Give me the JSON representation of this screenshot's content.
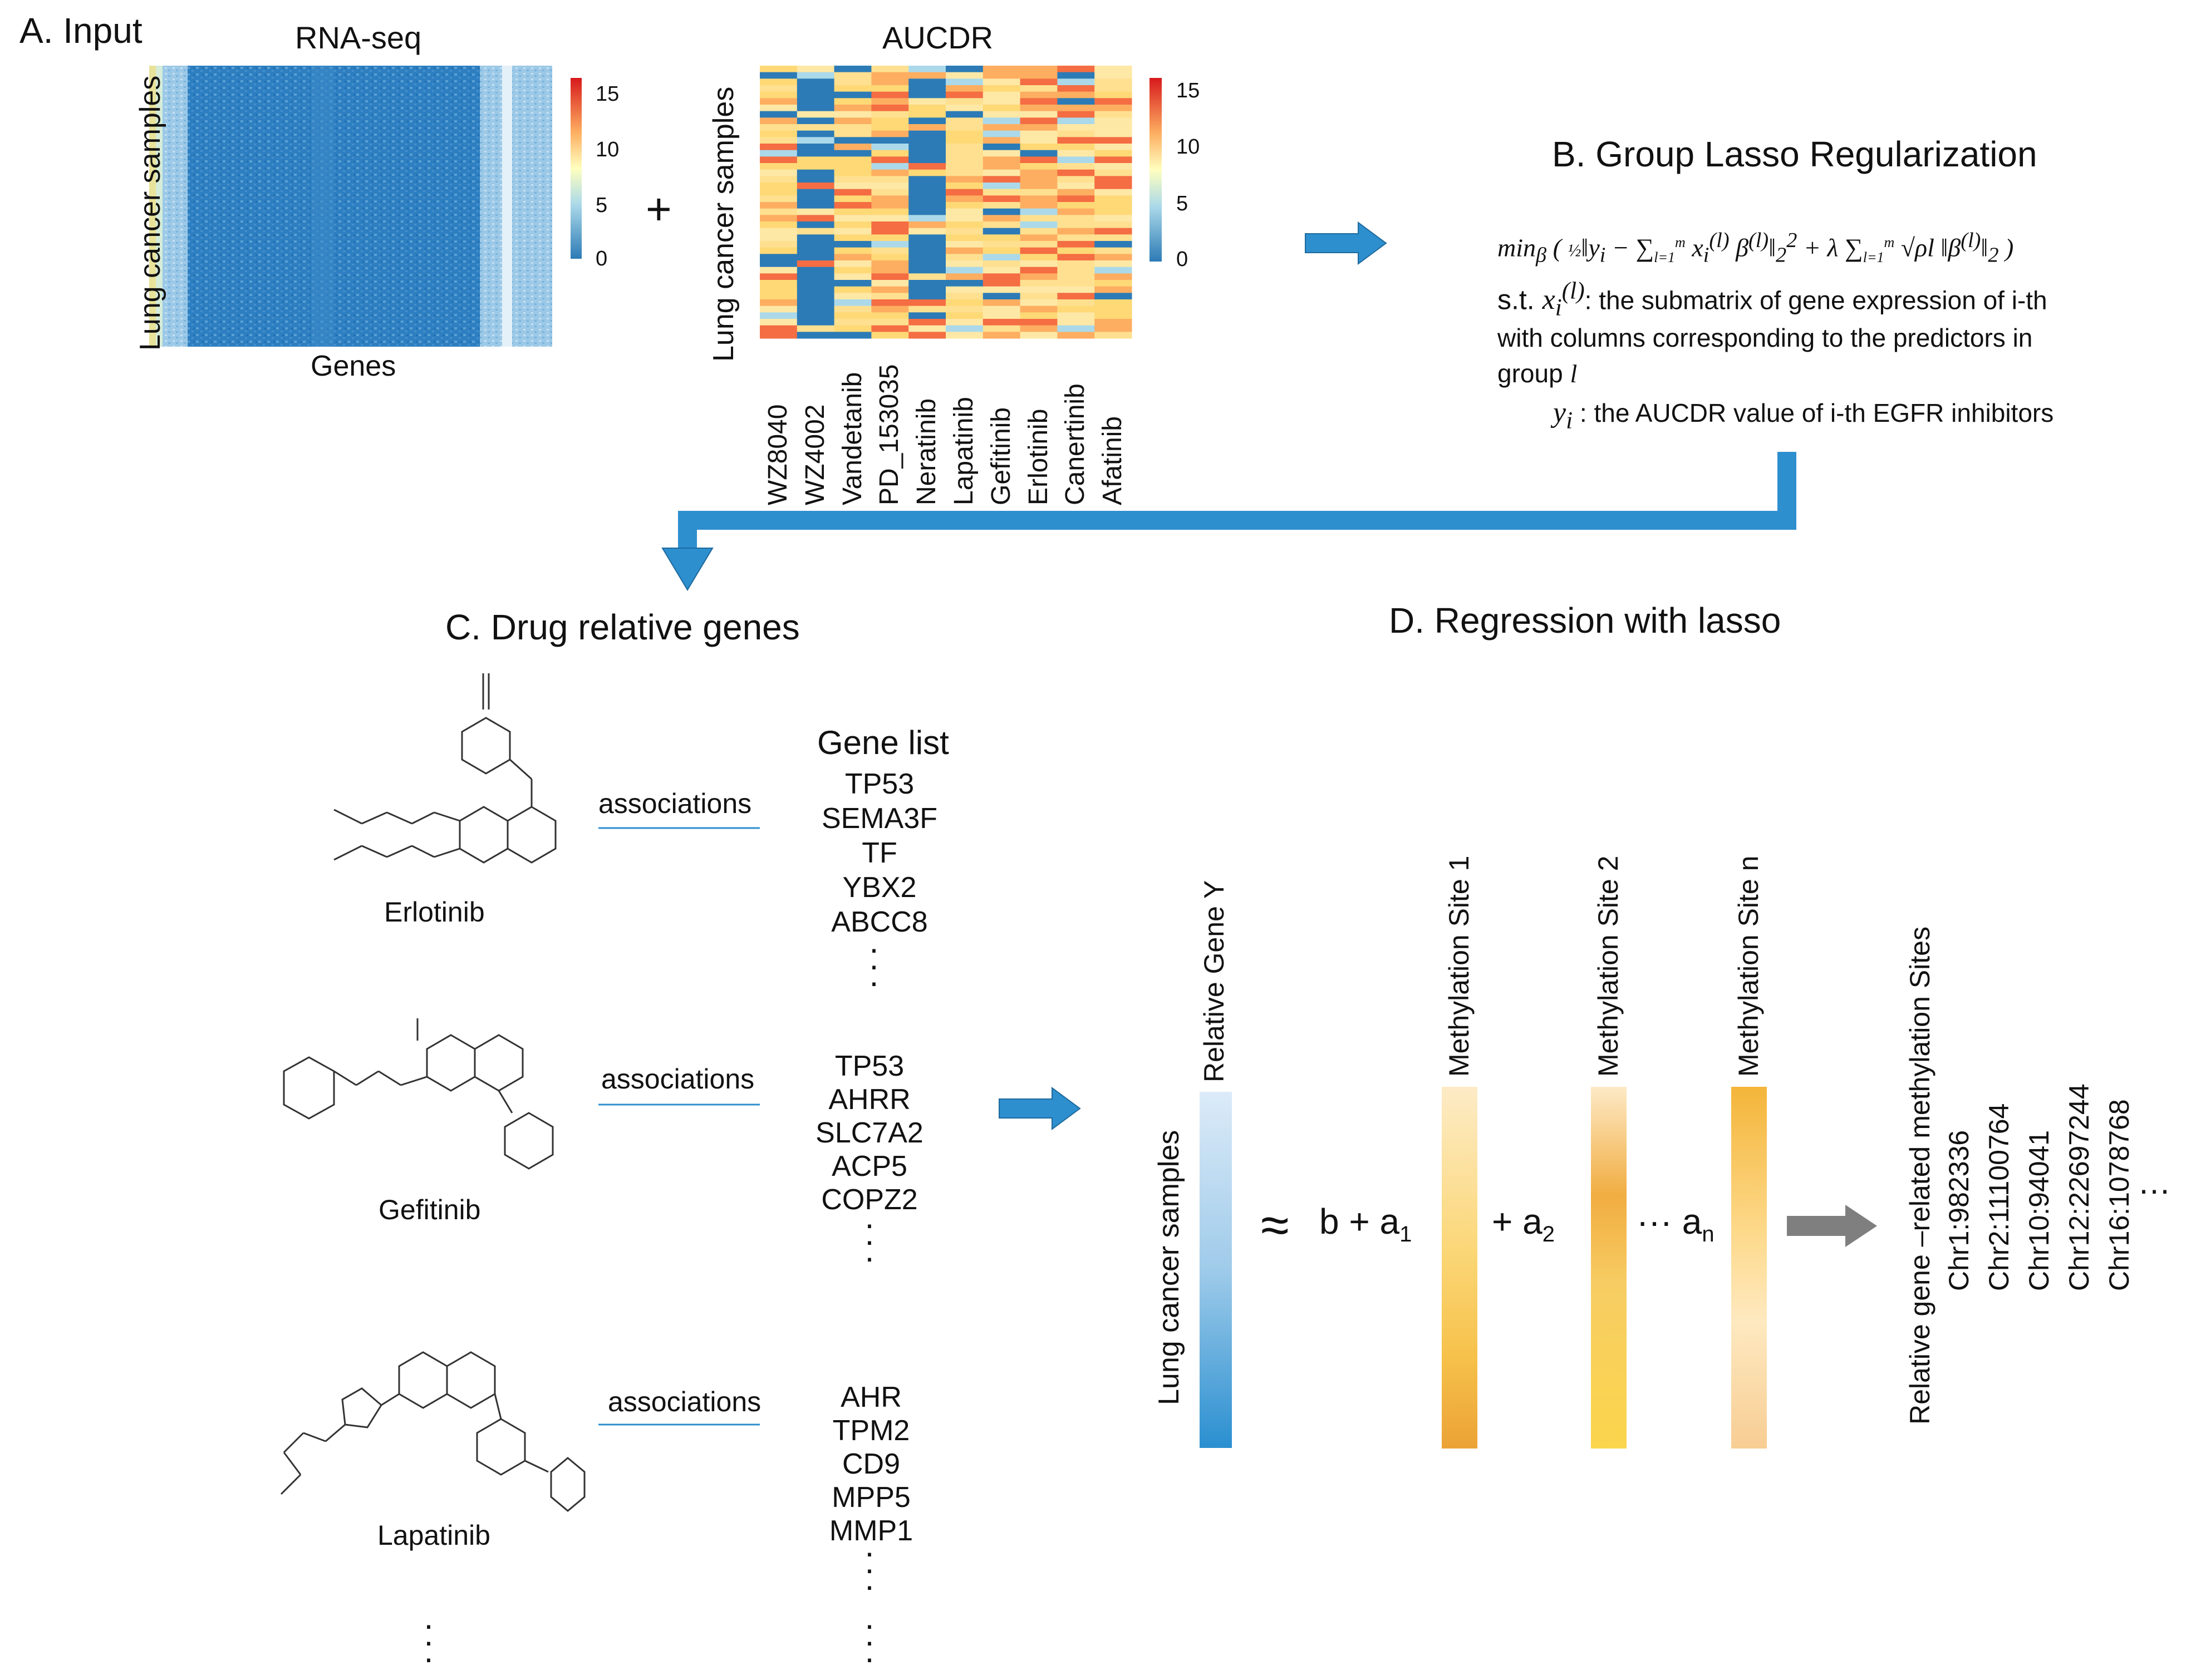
{
  "panelA": {
    "title": "A. Input",
    "rnaseq": {
      "title": "RNA-seq",
      "ylabel": "Lung cancer samples",
      "xlabel": "Genes",
      "colorbar_ticks": [
        "15",
        "10",
        "5",
        "0"
      ]
    },
    "plus": "+",
    "aucdr": {
      "title": "AUCDR",
      "ylabel": "Lung cancer samples",
      "colorbar_ticks": [
        "15",
        "10",
        "5",
        "0"
      ],
      "drugs": [
        "WZ8040",
        "WZ4002",
        "Vandetanib",
        "PD_153035",
        "Neratinib",
        "Lapatinib",
        "Gefitinib",
        "Erlotinib",
        "Canertinib",
        "Afatinib"
      ]
    },
    "colors": {
      "heat_low": "#2c7bb6",
      "heat_mid": "#ffffbf",
      "heat_high": "#d7191c"
    }
  },
  "panelB": {
    "title": "B. Group Lasso Regularization",
    "constraint_prefix": "s.t.",
    "constraint_1": ": the submatrix of gene expression of i-th",
    "constraint_2": "with columns corresponding to the predictors in",
    "constraint_3": "group",
    "constraint_3_var": "l",
    "y_def": ": the AUCDR value of i-th EGFR inhibitors"
  },
  "panelC": {
    "title": "C. Drug relative genes",
    "gene_list_header": "Gene list",
    "edge_label": "associations",
    "drugs": [
      {
        "name": "Erlotinib",
        "genes": [
          "TP53",
          "SEMA3F",
          "TF",
          "YBX2",
          "ABCC8"
        ]
      },
      {
        "name": "Gefitinib",
        "genes": [
          "TP53",
          "AHRR",
          "SLC7A2",
          "ACP5",
          "COPZ2"
        ]
      },
      {
        "name": "Lapatinib",
        "genes": [
          "AHR",
          "TPM2",
          "CD9",
          "MPP5",
          "MMP1"
        ]
      }
    ]
  },
  "panelD": {
    "title": "D. Regression with lasso",
    "ylabel": "Lung cancer samples",
    "bars": [
      "Relative Gene Y",
      "Methylation Site 1",
      "Methylation Site 2",
      "Methylation Site n"
    ],
    "approx": "≈",
    "terms": [
      "b + a",
      "+ a",
      "··· a"
    ],
    "subs": [
      "1",
      "2",
      "n"
    ],
    "sites_header": "Relative gene –related methylation Sites",
    "sites": [
      "Chr1:982336",
      "Chr2:11100764",
      "Chr10:94041",
      "Chr12:22697244",
      "Chr16:1078768"
    ],
    "ellipsis": "…",
    "colors": {
      "gene_bar": "#4a9ed6",
      "meth_bar": "#f2a531",
      "arrow_blue": "#2e8fcf",
      "arrow_gray": "#7f7f7f"
    }
  }
}
